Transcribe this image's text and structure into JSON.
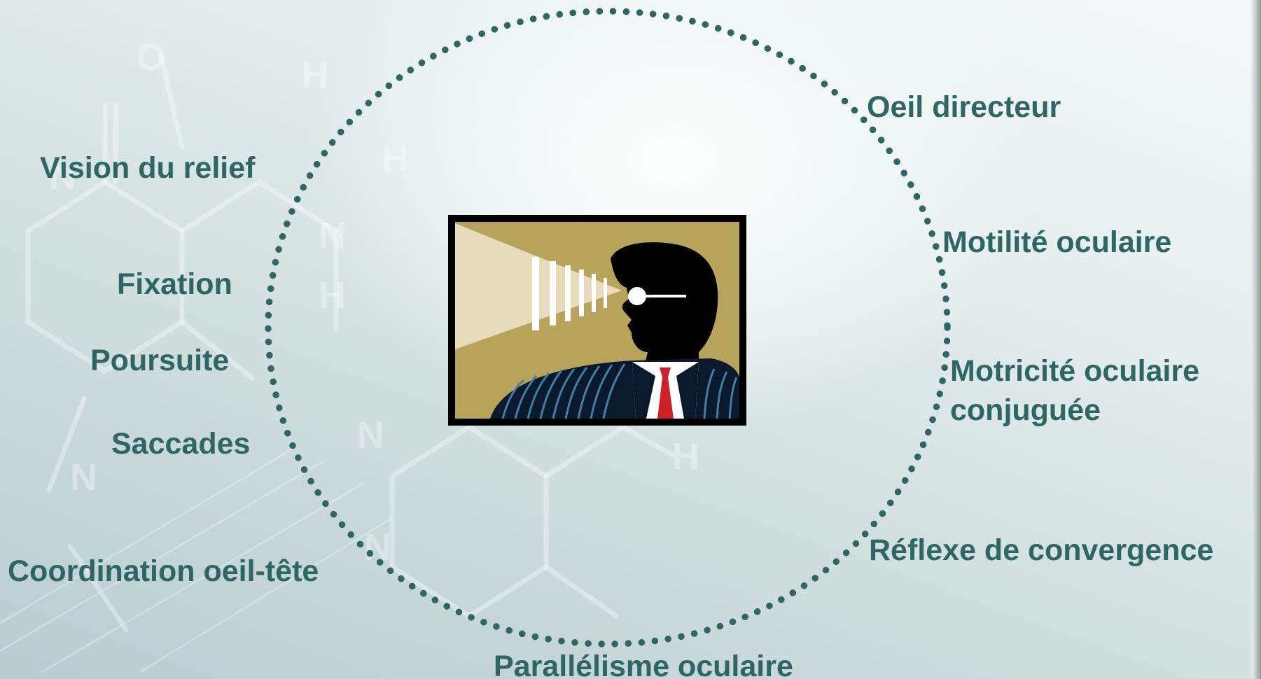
{
  "diagram": {
    "center_image": "businessman-profile-gaze-icon",
    "colors": {
      "label_text": "#2e6565",
      "ring_dots": "#2e6565",
      "picture_frame": "#000000",
      "picture_background": "#b8a35a",
      "light_beam": "#e6dcbc",
      "tie": "#d0202a"
    },
    "labels": {
      "oeil_directeur": "Oeil directeur",
      "vision_du_relief": "Vision du relief",
      "motilite_oculaire": "Motilité oculaire",
      "fixation": "Fixation",
      "poursuite": "Poursuite",
      "motricite_line1": "Motricité oculaire",
      "motricite_line2": "conjuguée",
      "saccades": "Saccades",
      "reflexe_de_convergence": "Réflexe de convergence",
      "coordination_oeil_tete": "Coordination oeil-tête",
      "parallelisme_oculaire": "Parallélisme oculaire"
    }
  }
}
